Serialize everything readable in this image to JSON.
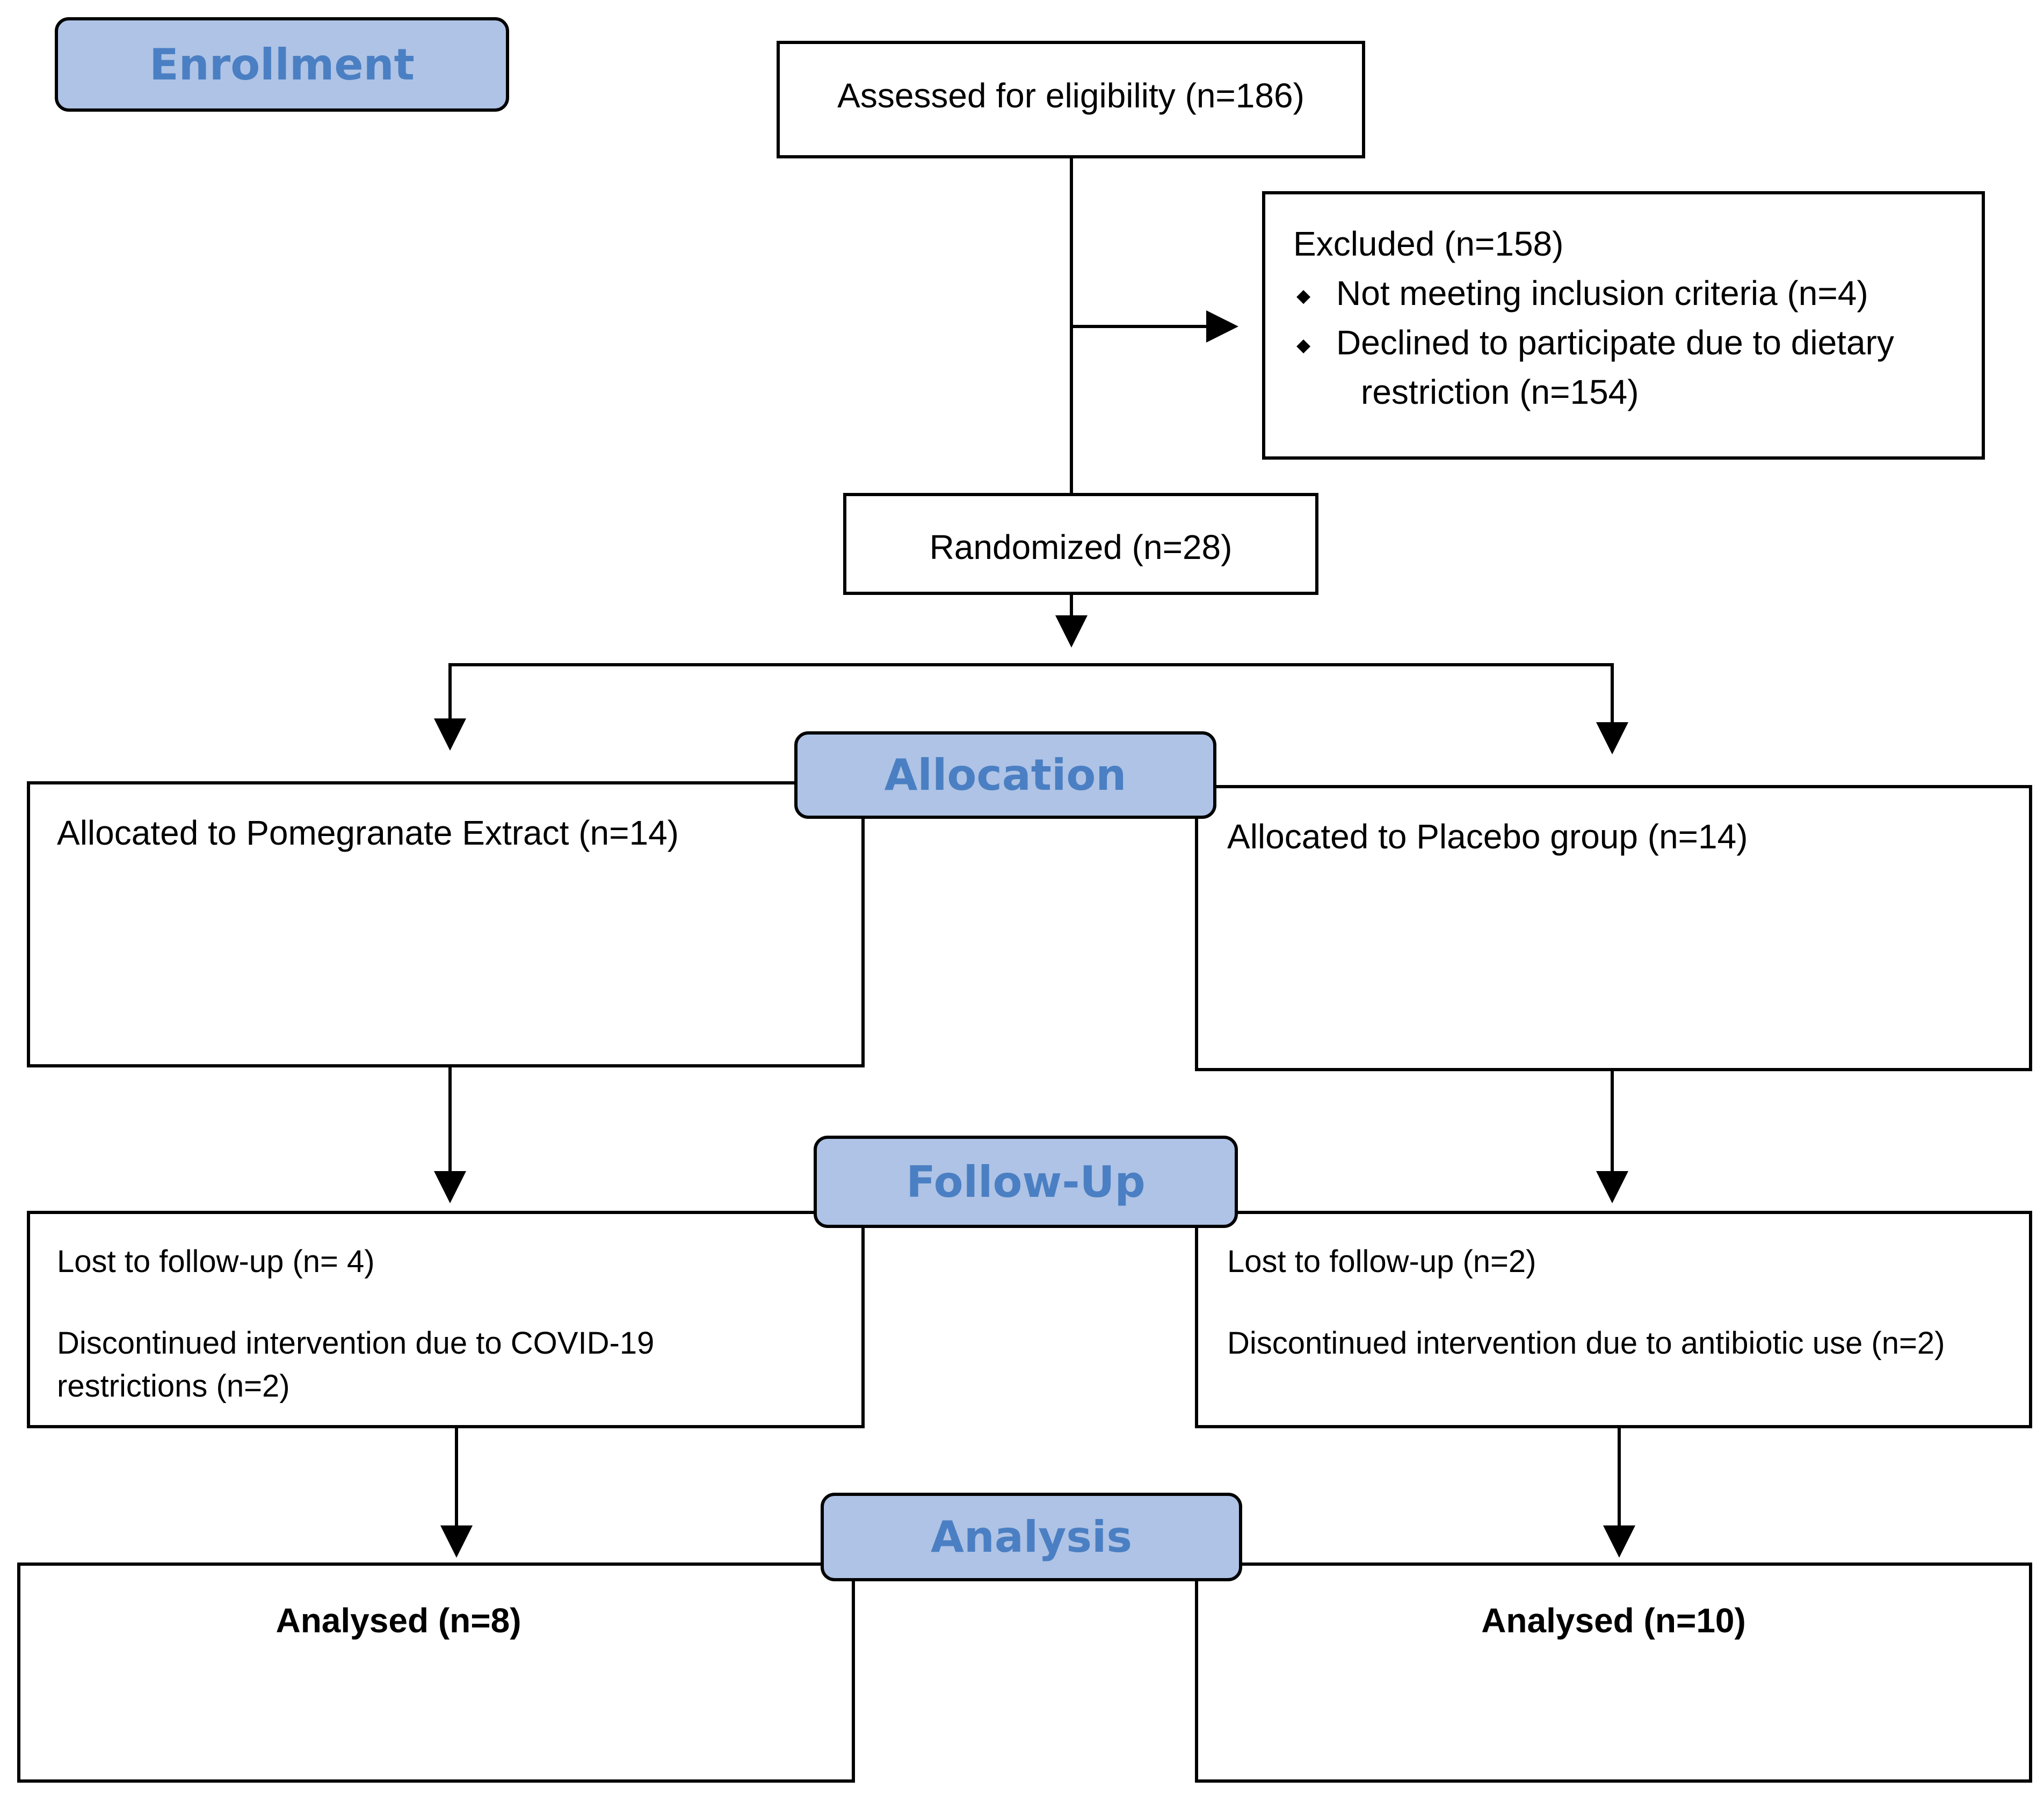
{
  "stages": {
    "enrollment": "Enrollment",
    "allocation": "Allocation",
    "follow_up": "Follow-Up",
    "analysis": "Analysis"
  },
  "assessed": "Assessed for eligibility (n=186)",
  "excluded": {
    "title": "Excluded  (n=158)",
    "items": [
      "Not meeting inclusion criteria (n=4)",
      "Declined to participate due to dietary",
      "restriction (n=154)"
    ],
    "bullet": "◆"
  },
  "randomized": "Randomized (n=28)",
  "allocated": {
    "left": "Allocated to Pomegranate Extract (n=14)",
    "right": "Allocated to Placebo group (n=14)"
  },
  "followup": {
    "left_lost": "Lost to follow-up (n= 4)",
    "left_disc_line1": "Discontinued intervention due to COVID-19",
    "left_disc_line2": "restrictions (n=2)",
    "right_lost": "Lost to follow-up (n=2)",
    "right_disc": "Discontinued intervention due to antibiotic use (n=2)"
  },
  "analysed": {
    "left": "Analysed  (n=8)",
    "right": "Analysed  (n=10)"
  },
  "colors": {
    "stage_fill": "#aec3e5",
    "stage_text": "#4b7fc3",
    "line": "#000000"
  }
}
